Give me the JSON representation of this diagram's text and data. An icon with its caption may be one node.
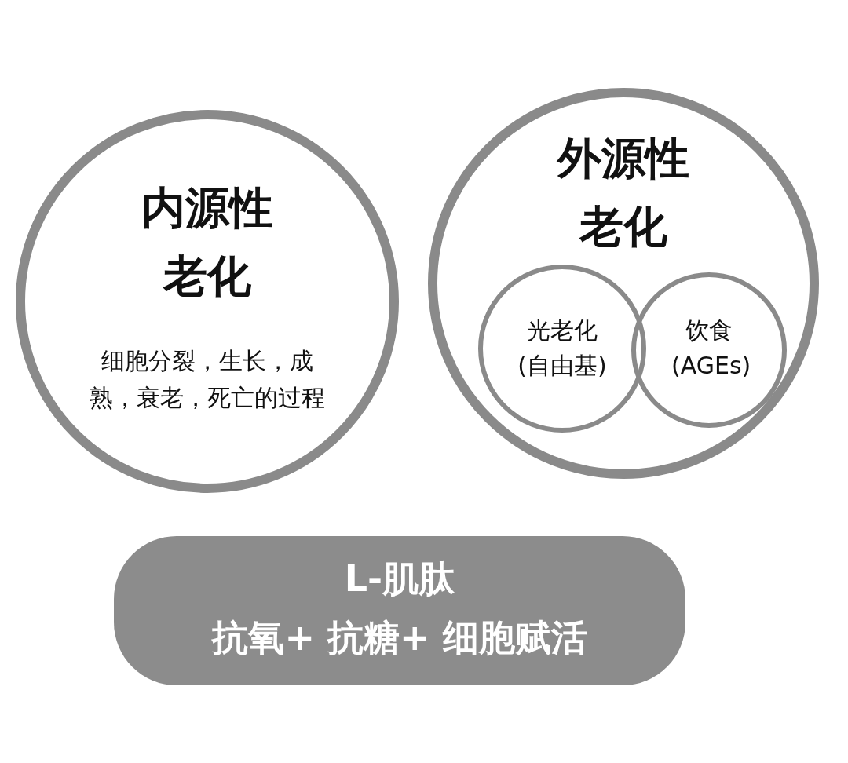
{
  "diagram": {
    "nodes": [
      {
        "text": [
          "内源性老化",
          "细胞分裂，生长，成熟，衰老，死亡的过程"
        ]
      },
      {
        "text": [
          "外源性老化"
        ]
      },
      {
        "text": [
          "光老化(自由基)"
        ],
        "in": 1
      },
      {
        "text": [
          "饮食(AGEs)"
        ],
        "in": 1
      },
      {
        "text": [
          "L-肌肽",
          "抗氧+ 抗糖+ 细胞赋活"
        ]
      }
    ]
  }
}
